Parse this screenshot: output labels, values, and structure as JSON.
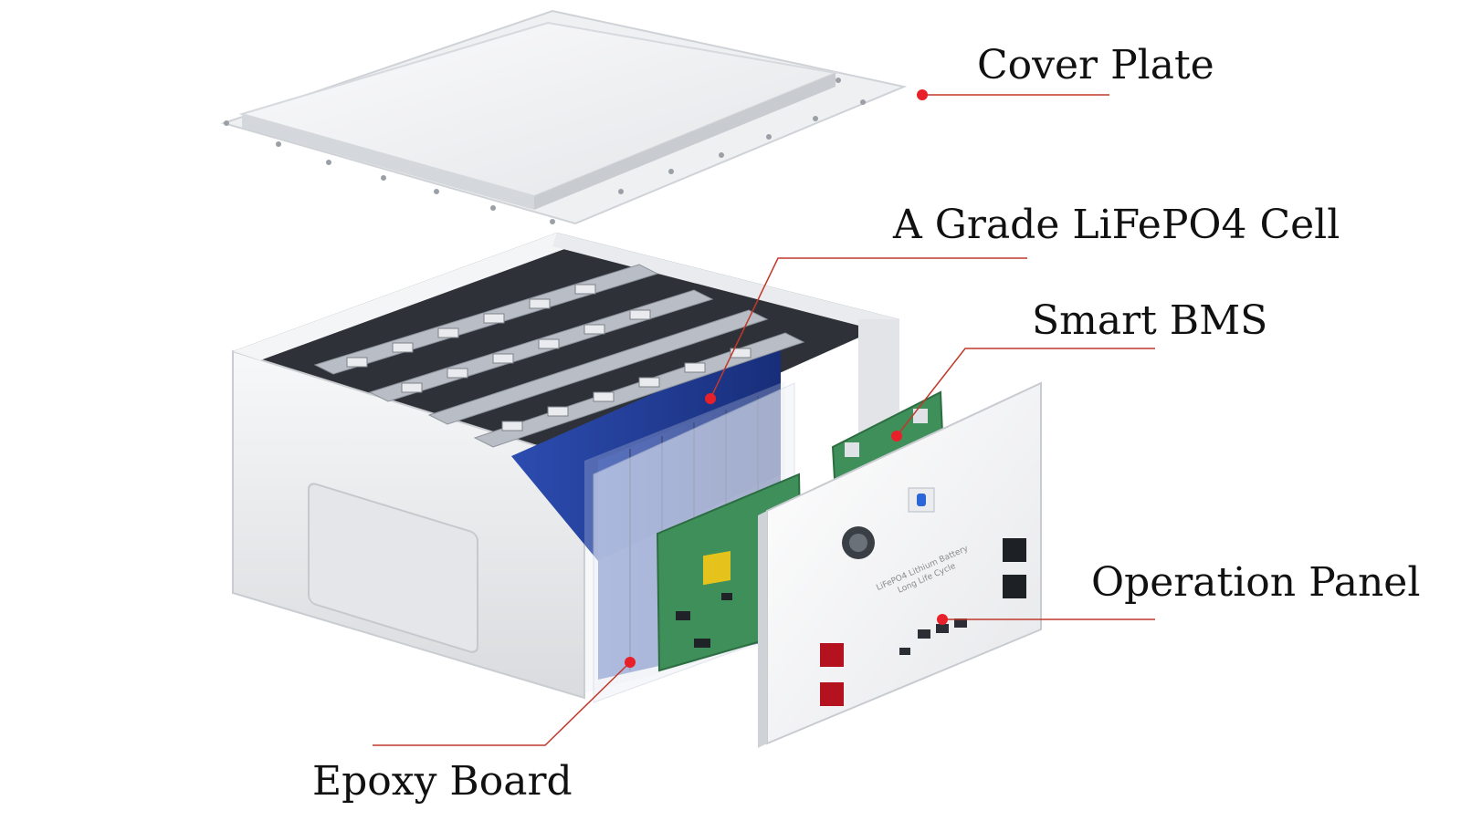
{
  "diagram": {
    "callouts": [
      {
        "id": "cover",
        "label": "Cover Plate"
      },
      {
        "id": "cell",
        "label": "A Grade LiFePO4 Cell"
      },
      {
        "id": "bms",
        "label": "Smart BMS"
      },
      {
        "id": "panel",
        "label": "Operation Panel"
      },
      {
        "id": "epoxy",
        "label": "Epoxy Board"
      }
    ],
    "panel_print": [
      "LiFePO4 Lithium Battery",
      "Long Life Cycle"
    ],
    "colors": {
      "leader_line": "#c0392b",
      "marker": "#e8202a",
      "housing": "#f2f3f5",
      "cell_blue": "#1f3a94",
      "pcb_green": "#3f8f5a",
      "terminal_red": "#b3121e"
    }
  }
}
